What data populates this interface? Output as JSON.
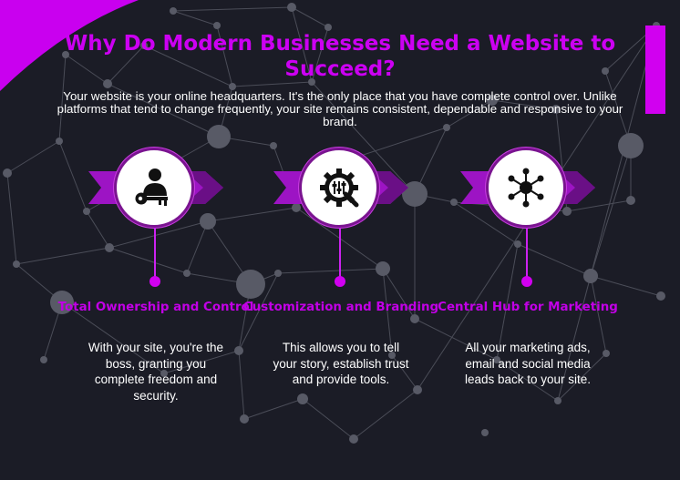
{
  "title": "Why Do Modern Businesses Need a Website to Succeed?",
  "intro": "Your website is your online headquarters. It's the only place that you have complete control over. Unlike platforms that tend to change frequently, your site remains consistent, dependable and responsive to your brand.",
  "colors": {
    "background": "#1b1c26",
    "accent": "#d100f0",
    "accent_dark": "#7a1490",
    "text": "#ffffff"
  },
  "features": [
    {
      "icon": "user-key-icon",
      "title": "Total Ownership and Control",
      "text": "With your site, you're the boss, granting you complete freedom and security."
    },
    {
      "icon": "gear-tools-icon",
      "title": "Customization and Branding",
      "text": "This allows you to tell your story, establish trust and provide tools."
    },
    {
      "icon": "network-hub-icon",
      "title": "Central Hub for Marketing",
      "text": "All your marketing ads, email and social media leads back to your site."
    }
  ]
}
